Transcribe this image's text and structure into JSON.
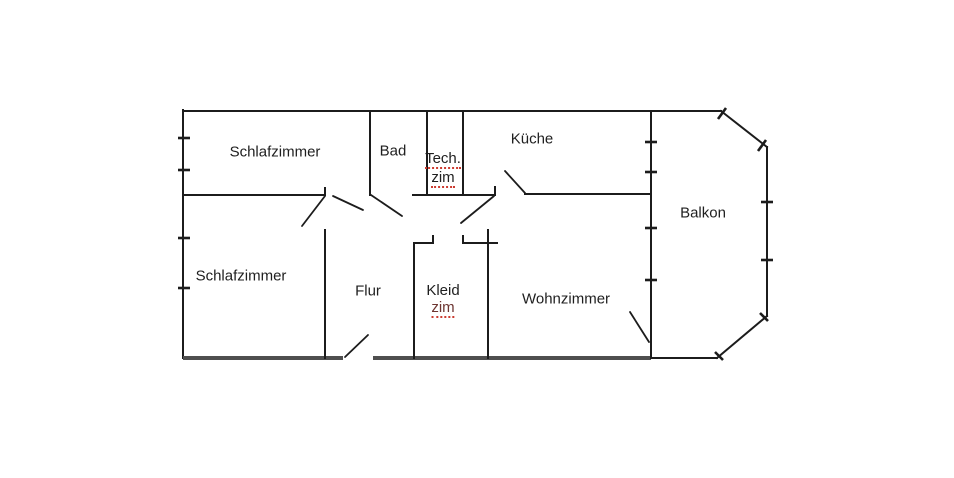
{
  "rooms": {
    "schlafzimmer_oben": {
      "label": "Schlafzimmer"
    },
    "bad": {
      "label": "Bad"
    },
    "tech_zim": {
      "line1": "Tech.",
      "line2": "zim"
    },
    "kueche": {
      "label": "Küche"
    },
    "balkon": {
      "label": "Balkon"
    },
    "schlafzimmer_unten": {
      "label": "Schlafzimmer"
    },
    "flur": {
      "label": "Flur"
    },
    "kleid_zim": {
      "line1": "Kleid",
      "line2": "zim"
    },
    "wohnzimmer": {
      "label": "Wohnzimmer"
    }
  },
  "colors": {
    "background": "#ffffff",
    "wall": "#1c1c1c",
    "exterior_bottom_wall": "#4f4f4f",
    "label_text": "#1f1f1f",
    "spellcheck_underline": "#cc3b30",
    "misspelled_word": "#6d3531"
  }
}
